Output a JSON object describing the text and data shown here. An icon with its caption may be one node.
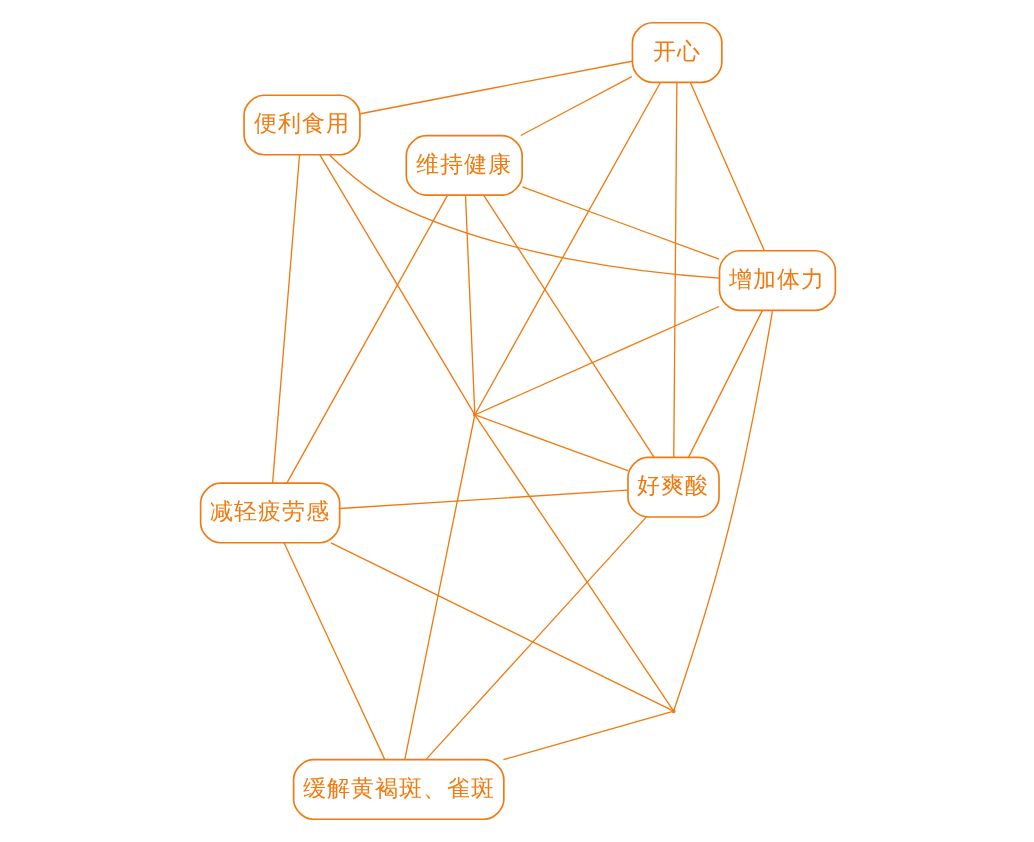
{
  "diagram": {
    "nodes": [
      {
        "text": [
          "缓解黄褐斑、雀斑"
        ]
      },
      {
        "text": [
          "好爽酸"
        ]
      },
      {
        "text": [
          "减轻疲劳感"
        ]
      },
      {
        "text": [
          "维持健康"
        ]
      },
      {
        "text": [
          "开心"
        ]
      },
      {
        "text": [
          "便利食用"
        ]
      },
      {
        "text": [
          "增加体力"
        ]
      },
      {
        "text": [],
        "shape": "point"
      },
      {
        "text": [],
        "shape": "point"
      }
    ],
    "edges": [
      {
        "from": 0,
        "to": 1,
        "arrow": "none"
      },
      {
        "from": 0,
        "to": 2,
        "arrow": "none"
      },
      {
        "from": 1,
        "to": 2,
        "arrow": "none"
      },
      {
        "from": 1,
        "to": 3,
        "arrow": "none"
      },
      {
        "from": 1,
        "to": 6,
        "arrow": "none"
      },
      {
        "from": 4,
        "to": 1,
        "arrow": "none"
      },
      {
        "from": 1,
        "to": 7,
        "arrow": "none"
      },
      {
        "from": 0,
        "to": 7,
        "arrow": "none"
      },
      {
        "from": 3,
        "to": 7,
        "arrow": "none"
      },
      {
        "from": 4,
        "to": 7,
        "arrow": "none"
      },
      {
        "from": 5,
        "to": 7,
        "arrow": "none"
      },
      {
        "from": 7,
        "to": 6,
        "arrow": "none"
      },
      {
        "from": 7,
        "to": 8,
        "arrow": "none"
      },
      {
        "from": 0,
        "to": 8,
        "arrow": "none"
      },
      {
        "from": 2,
        "to": 8,
        "arrow": "none"
      },
      {
        "from": 8,
        "to": 6,
        "arrow": "none"
      },
      {
        "from": 3,
        "to": 2,
        "arrow": "none"
      },
      {
        "from": 3,
        "to": 4,
        "arrow": "none"
      },
      {
        "from": 3,
        "to": 6,
        "arrow": "none"
      },
      {
        "from": 4,
        "to": 5,
        "arrow": "none"
      },
      {
        "from": 4,
        "to": 6,
        "arrow": "none"
      },
      {
        "from": 5,
        "to": 6,
        "arrow": "none"
      },
      {
        "from": 5,
        "to": 2,
        "arrow": "none"
      }
    ]
  }
}
